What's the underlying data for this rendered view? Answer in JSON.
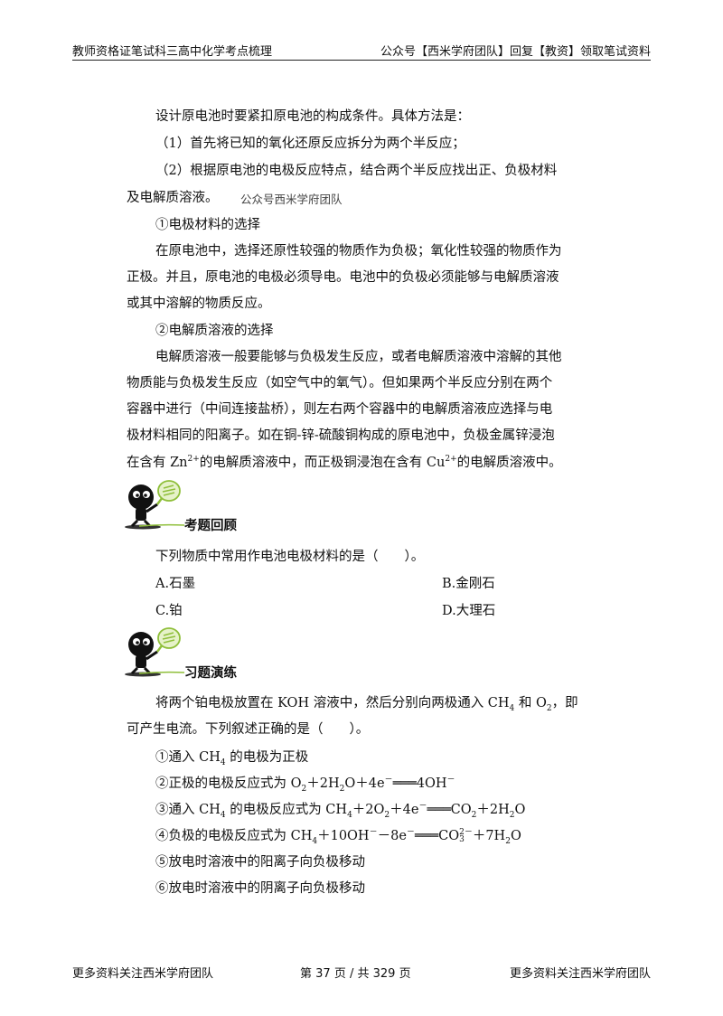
{
  "header": {
    "left": "教师资格证笔试科三高中化学考点梳理",
    "right": "公众号【西米学府团队】回复【教资】领取笔试资料"
  },
  "watermark": "公众号西米学府团队",
  "body": {
    "p1": "设计原电池时要紧扣原电池的构成条件。具体方法是：",
    "p2": "（1）首先将已知的氧化还原反应拆分为两个半反应；",
    "p3a": "（2）根据原电池的电极反应特点，结合两个半反应找出正、负极材料",
    "p3b": "及电解质溶液。",
    "h1": "①电极材料的选择",
    "p4a": "在原电池中，选择还原性较强的物质作为负极；氧化性较强的物质作为",
    "p4b": "正极。并且，原电池的电极必须导电。电池中的负极必须能够与电解质溶液",
    "p4c": "或其中溶解的物质反应。",
    "h2": "②电解质溶液的选择",
    "p5a": "电解质溶液一般要能够与负极发生反应，或者电解质溶液中溶解的其他",
    "p5b": "物质能与负极发生反应（如空气中的氧气）。但如果两个半反应分别在两个",
    "p5c": "容器中进行（中间连接盐桥），则左右两个容器中的电解质溶液应选择与电",
    "p5d": "极材料相同的阳离子。如在铜-锌-硫酸铜构成的原电池中，负极金属锌浸泡",
    "p5e_1": "在含有 Zn",
    "p5e_sup1": "2+",
    "p5e_2": "的电解质溶液中，而正极铜浸泡在含有 Cu",
    "p5e_sup2": "2+",
    "p5e_3": "的电解质溶液中。"
  },
  "section1": {
    "title": "考题回顾",
    "question": "下列物质中常用作电池电极材料的是（　　）。",
    "optA": "A.石墨",
    "optB": "B.金刚石",
    "optC": "C.铂",
    "optD": "D.大理石"
  },
  "section2": {
    "title": "习题演练",
    "q1": "将两个铂电极放置在 KOH 溶液中，然后分别向两极通入 CH",
    "q1_sub1": "4",
    "q1_mid": " 和 O",
    "q1_sub2": "2",
    "q1_end": "，即",
    "q2": "可产生电流。下列叙述正确的是（　　）。",
    "s1_a": "①通入 CH",
    "s1_sub": "4",
    "s1_b": " 的电极为正极",
    "s2_a": "②正极的电极反应式为 O",
    "s2_sub1": "2",
    "s2_b": "＋2H",
    "s2_sub2": "2",
    "s2_c": "O＋4e",
    "s2_sup1": "－",
    "s2_d": "═══4OH",
    "s2_sup2": "－",
    "s3_a": "③通入 CH",
    "s3_sub1": "4",
    "s3_b": " 的电极反应式为 CH",
    "s3_sub2": "4",
    "s3_c": "＋2O",
    "s3_sub3": "2",
    "s3_d": "＋4e",
    "s3_sup1": "－",
    "s3_e": "═══CO",
    "s3_sub4": "2",
    "s3_f": "＋2H",
    "s3_sub5": "2",
    "s3_g": "O",
    "s4_a": "④负极的电极反应式为 CH",
    "s4_sub1": "4",
    "s4_b": "＋10OH",
    "s4_sup1": "－",
    "s4_c": "－8e",
    "s4_sup2": "－",
    "s4_d": "═══CO",
    "s4_sup3": "2－",
    "s4_sub2": "3",
    "s4_e": "＋7H",
    "s4_sub3": "2",
    "s4_f": "O",
    "s5": "⑤放电时溶液中的阳离子向负极移动",
    "s6": "⑥放电时溶液中的阴离子向负极移动"
  },
  "footer": {
    "left": "更多资料关注西米学府团队",
    "page_prefix": "第",
    "page_num": "37",
    "page_mid": "页 / 共",
    "page_total": "329",
    "page_suffix": "页",
    "right": "更多资料关注西米学府团队"
  }
}
